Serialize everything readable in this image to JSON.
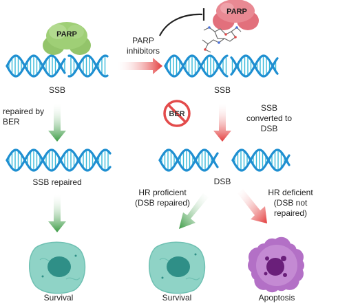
{
  "proteins": {
    "parp_left": "PARP",
    "parp_right": "PARP"
  },
  "ber_badge": "BER",
  "labels": {
    "parp_inhibitors": "PARP\ninhibitors",
    "ssb_left": "SSB",
    "ssb_right": "SSB",
    "repaired_by_ber": "repaired by\nBER",
    "ssb_converted": "SSB\nconverted to\nDSB",
    "ssb_repaired": "SSB repaired",
    "dsb": "DSB",
    "hr_proficient": "HR proficient\n(DSB repaired)",
    "hr_deficient": "HR deficient\n(DSB not repaired)",
    "survival_left": "Survival",
    "survival_mid": "Survival",
    "apoptosis": "Apoptosis"
  },
  "colors": {
    "dna_blue": "#1f8fd1",
    "dna_rung": "#35b8d8",
    "parp_green": "#93c46a",
    "parp_pink": "#e2707c",
    "arrow_green": "#3a9a43",
    "arrow_red": "#e23a3a",
    "ber_red": "#e34b4b",
    "cell_teal": "#8fd3c6",
    "nucleus_teal": "#2f8f87",
    "apoptosis_purple": "#b370c6",
    "apoptosis_nucleus": "#6a1f7a"
  }
}
